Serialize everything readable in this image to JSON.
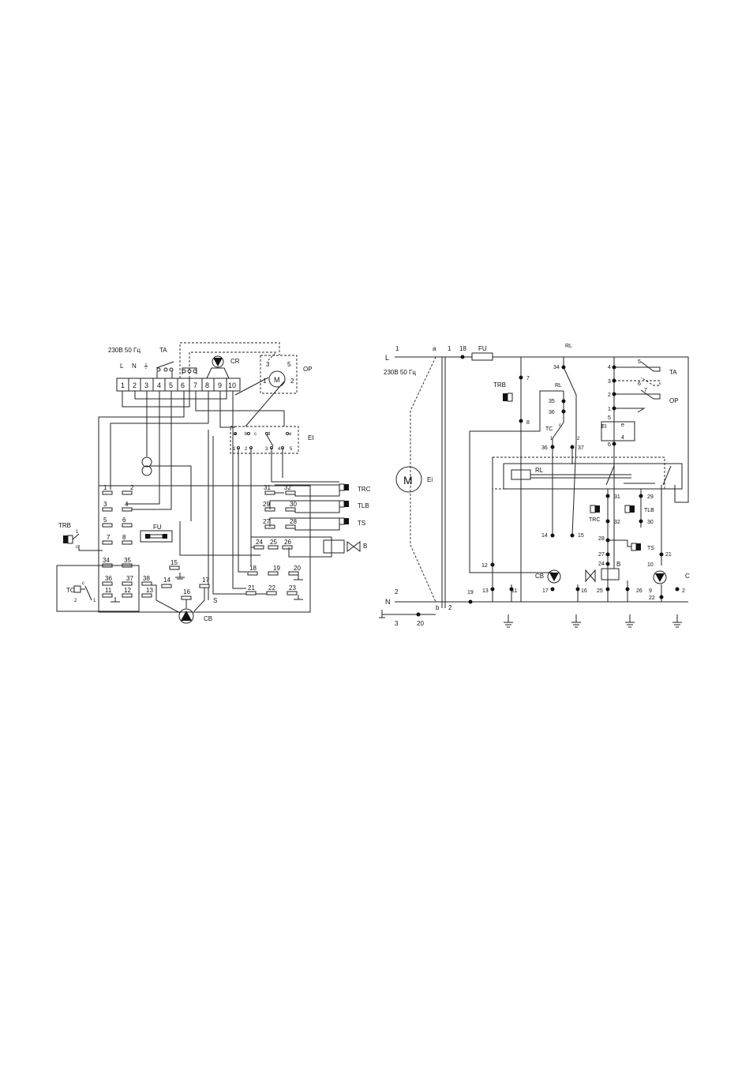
{
  "left_diagram": {
    "supply_label": "230В 50 Гц",
    "terminal_top_labels": [
      "L",
      "N",
      "⏚"
    ],
    "terminal_numbers": [
      "1",
      "2",
      "3",
      "4",
      "5",
      "6",
      "7",
      "8",
      "9",
      "10"
    ],
    "component_labels": {
      "ta": "TA",
      "cr": "CR",
      "op": "OP",
      "ei": "EI",
      "trc": "TRC",
      "tlb": "TLB",
      "ts": "TS",
      "b": "B",
      "trb": "TRB",
      "fu": "FU",
      "tc": "TC",
      "cb": "CB",
      "s": "S",
      "m": "M"
    },
    "op_pins": [
      "3",
      "5",
      "1",
      "2"
    ],
    "ei_pins_top": [
      "a",
      "b",
      "c",
      "d",
      "e"
    ],
    "ei_pins_bottom": [
      "1",
      "2",
      "3",
      "4",
      "5"
    ],
    "connector_pins": [
      "1",
      "2",
      "3",
      "4",
      "5",
      "6",
      "7",
      "8",
      "31",
      "32",
      "29",
      "30",
      "27",
      "28",
      "24",
      "25",
      "26",
      "34",
      "35",
      "36",
      "37",
      "38",
      "11",
      "12",
      "13",
      "14",
      "15",
      "16",
      "17",
      "18",
      "19",
      "20",
      "21",
      "22",
      "23"
    ],
    "trb_pins": [
      "1",
      "c"
    ],
    "tc_pins": [
      "c",
      "2",
      "1"
    ]
  },
  "right_diagram": {
    "supply_label": "230В 50 Гц",
    "line_labels": {
      "l": "L",
      "n": "N"
    },
    "labels": {
      "fu": "FU",
      "rl_top": "RL",
      "rl_mid": "RL",
      "rl_box": "RL",
      "trb": "TRB",
      "tc": "TC",
      "ta": "TA",
      "op": "OP",
      "ei": "EI",
      "ei_side": "Ei",
      "m": "M",
      "trc": "TRC",
      "tlb": "TLB",
      "ts": "TS",
      "b": "B",
      "cb": "CB",
      "cut": "C"
    },
    "node_numbers": [
      "1",
      "a",
      "1",
      "18",
      "2",
      "b",
      "2",
      "3",
      "20",
      "7",
      "8",
      "34",
      "35",
      "36",
      "36",
      "37",
      "4",
      "3",
      "2",
      "1",
      "5",
      "6",
      "7",
      "5",
      "6",
      "e",
      "4",
      "31",
      "29",
      "32",
      "30",
      "28",
      "27",
      "24",
      "21",
      "10",
      "9",
      "22",
      "2",
      "12",
      "13",
      "11",
      "14",
      "15",
      "17",
      "16",
      "19",
      "25",
      "26"
    ],
    "tc_pins": [
      "1",
      "c",
      "2"
    ]
  }
}
